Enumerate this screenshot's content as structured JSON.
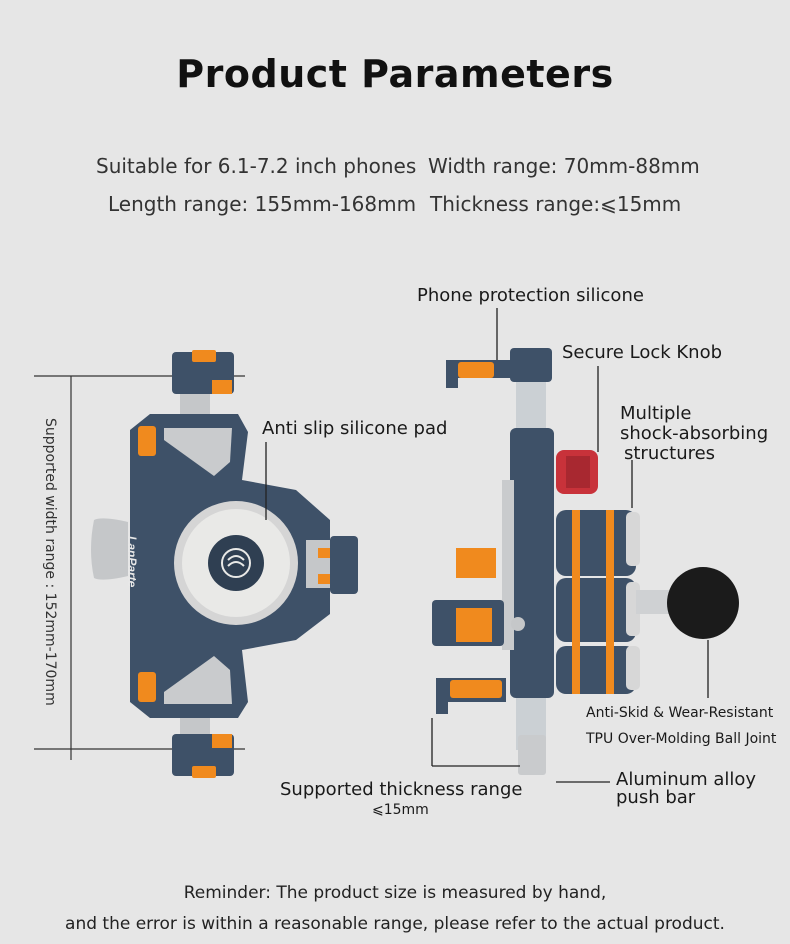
{
  "title": "Product Parameters",
  "specs": {
    "suitable": "Suitable for 6.1-7.2 inch phones",
    "width": "Width range: 70mm-88mm",
    "length": "Length range: 155mm-168mm",
    "thickness": "Thickness range:⩽15mm"
  },
  "callouts": {
    "phone_silicone": "Phone protection silicone",
    "lock_knob": "Secure Lock Knob",
    "shock_line1": "Multiple",
    "shock_line2": "shock-absorbing",
    "shock_line3": "structures",
    "anti_slip": "Anti slip silicone pad",
    "ball_joint_line1": "Anti-Skid & Wear-Resistant",
    "ball_joint_line2": "TPU Over-Molding Ball Joint",
    "thickness_label": "Supported thickness range",
    "thickness_value": "⩽15mm",
    "push_bar_line1": "Aluminum alloy",
    "push_bar_line2": "push bar",
    "width_supported": "Supported width range : 152mm-170mm"
  },
  "brand_logo": "LanParte",
  "reminder": {
    "line1": "Reminder: The product size is measured by hand,",
    "line2": "and the error is within a reasonable range, please refer to the actual product."
  },
  "colors": {
    "body_blue": "#3e5168",
    "accent_orange": "#f08a1e",
    "knob_red": "#c8323a",
    "silver": "#c9cbcd",
    "ball_black": "#1b1b1b"
  }
}
